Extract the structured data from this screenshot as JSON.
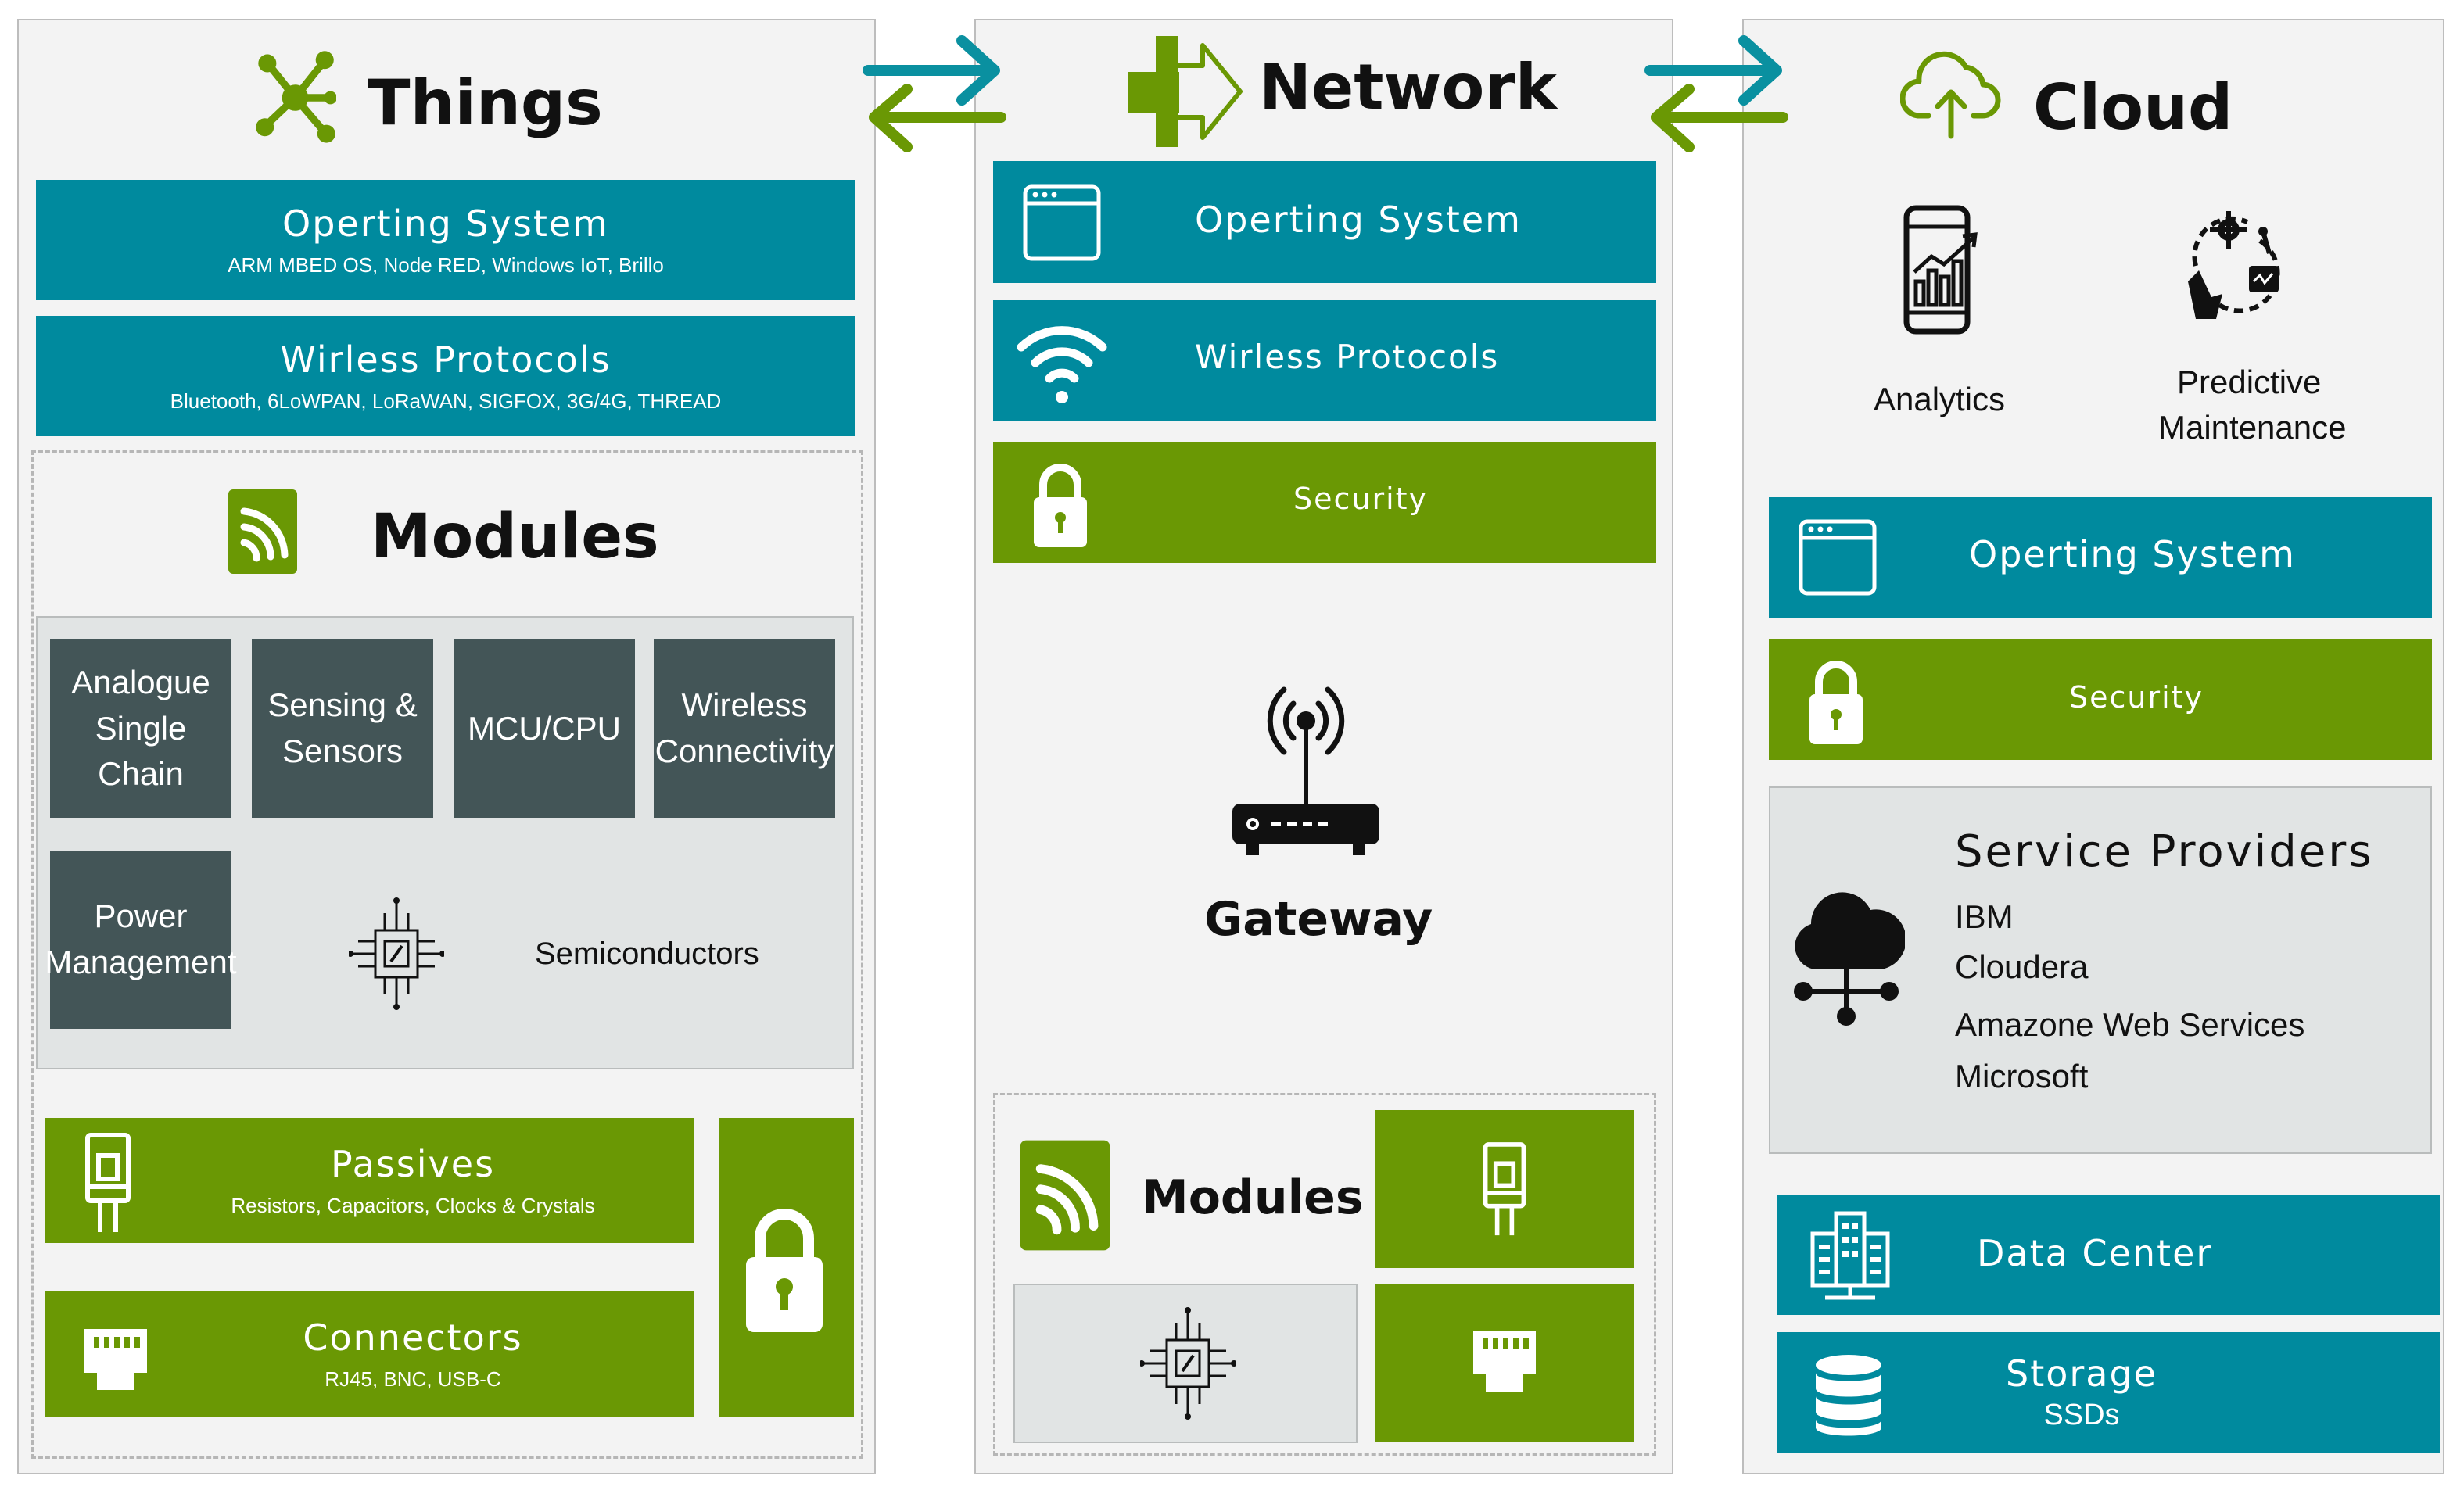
{
  "things": {
    "title": "Things",
    "os": {
      "label": "Operting System",
      "sub": "ARM MBED OS, Node RED, Windows IoT, Brillo"
    },
    "wireless": {
      "label": "Wirless Protocols",
      "sub": "Bluetooth, 6LoWPAN, LoRaWAN, SIGFOX, 3G/4G, THREAD"
    },
    "modules": {
      "title": "Modules",
      "tiles": [
        "Analogue Single Chain",
        "Sensing & Sensors",
        "MCU/CPU",
        "Wireless Connectivity",
        "Power Management"
      ],
      "semiconductors": "Semiconductors"
    },
    "passives": {
      "label": "Passives",
      "sub": "Resistors, Capacitors, Clocks & Crystals"
    },
    "connectors": {
      "label": "Connectors",
      "sub": "RJ45, BNC, USB-C"
    }
  },
  "network": {
    "title": "Network",
    "os": "Operting System",
    "wireless": "Wirless Protocols",
    "security": "Security",
    "gateway": "Gateway",
    "modules": "Modules"
  },
  "cloud": {
    "title": "Cloud",
    "analytics": "Analytics",
    "maintenance_line1": "Predictive",
    "maintenance_line2": "Maintenance",
    "os": "Operting System",
    "security": "Security",
    "providers": {
      "title": "Service Providers",
      "items": [
        "IBM",
        "Cloudera",
        "Amazone Web Services",
        "Microsoft"
      ]
    },
    "datacenter": "Data Center",
    "storage": {
      "label": "Storage",
      "sub": "SSDs"
    }
  },
  "colors": {
    "teal": "#008a9e",
    "olive": "#6a9804",
    "dark_tile": "#435557",
    "panel": "#f3f3f3"
  }
}
